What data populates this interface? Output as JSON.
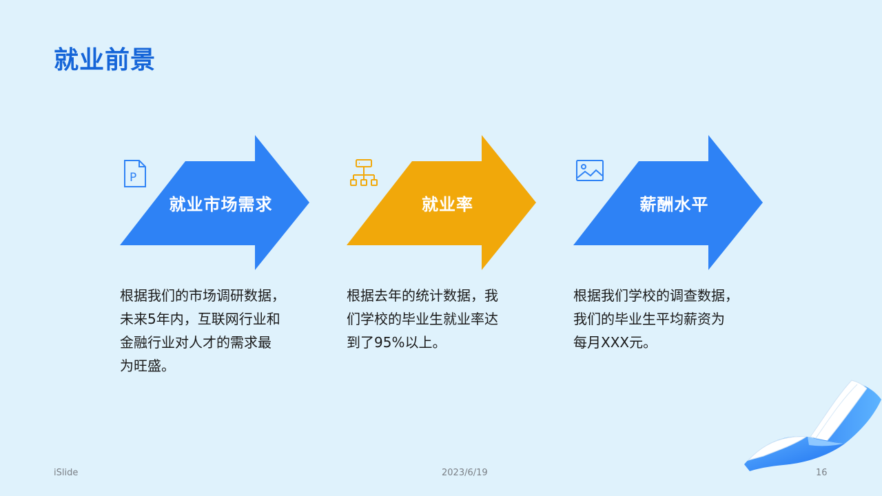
{
  "slide": {
    "title": "就业前景",
    "cards": [
      {
        "label": "就业市场需求",
        "icon": "document-p-icon",
        "color": "#2e82f5",
        "desc_lines": [
          "根据我们的市场调研数据，",
          "未来5年内，互联网行业和",
          "金融行业对人才的需求最",
          "为旺盛。"
        ]
      },
      {
        "label": "就业率",
        "icon": "org-chart-icon",
        "color": "#f1a80a",
        "desc_lines": [
          "根据去年的统计数据，我",
          "们学校的毕业生就业率达",
          "到了95%以上。"
        ]
      },
      {
        "label": "薪酬水平",
        "icon": "image-icon",
        "color": "#2e82f5",
        "desc_lines": [
          "根据我们学校的调查数据，",
          "我们的毕业生平均薪资为",
          "每月XXX元。"
        ]
      }
    ]
  },
  "footer": {
    "brand": "iSlide",
    "date": "2023/6/19",
    "page": "16"
  },
  "colors": {
    "background": "#dff2fc",
    "title": "#1565d8",
    "icon_blue": "#2e82f5",
    "icon_orange": "#f1a80a"
  }
}
